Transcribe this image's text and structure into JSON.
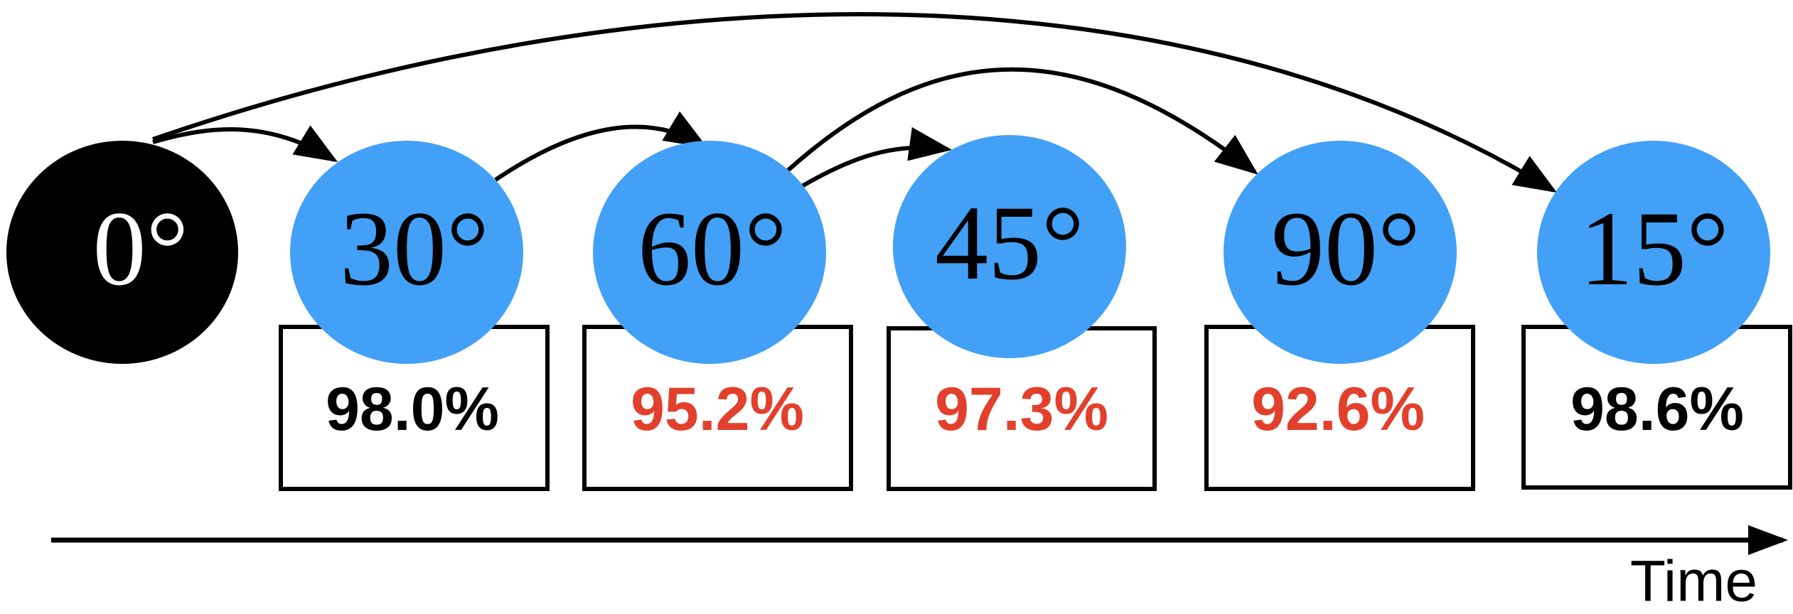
{
  "diagram": {
    "axis_label": "Time",
    "colors": {
      "start_node": "#000000",
      "task_node": "#42a0f7",
      "line": "#000000",
      "acc_normal": "#000000",
      "acc_drop": "#e2402c"
    },
    "nodes": [
      {
        "id": "n0",
        "label": "0°",
        "style": "start",
        "accuracy": null
      },
      {
        "id": "n30",
        "label": "30°",
        "style": "task",
        "accuracy": "98.0%",
        "accuracy_status": "normal"
      },
      {
        "id": "n60",
        "label": "60°",
        "style": "task",
        "accuracy": "95.2%",
        "accuracy_status": "drop"
      },
      {
        "id": "n45",
        "label": "45°",
        "style": "task",
        "accuracy": "97.3%",
        "accuracy_status": "drop"
      },
      {
        "id": "n90",
        "label": "90°",
        "style": "task",
        "accuracy": "92.6%",
        "accuracy_status": "drop"
      },
      {
        "id": "n15",
        "label": "15°",
        "style": "task",
        "accuracy": "98.6%",
        "accuracy_status": "normal"
      }
    ],
    "edges": [
      {
        "from": "n0",
        "to": "n30"
      },
      {
        "from": "n30",
        "to": "n60"
      },
      {
        "from": "n60",
        "to": "n45"
      },
      {
        "from": "n60",
        "to": "n90"
      },
      {
        "from": "n0",
        "to": "n15"
      }
    ]
  }
}
